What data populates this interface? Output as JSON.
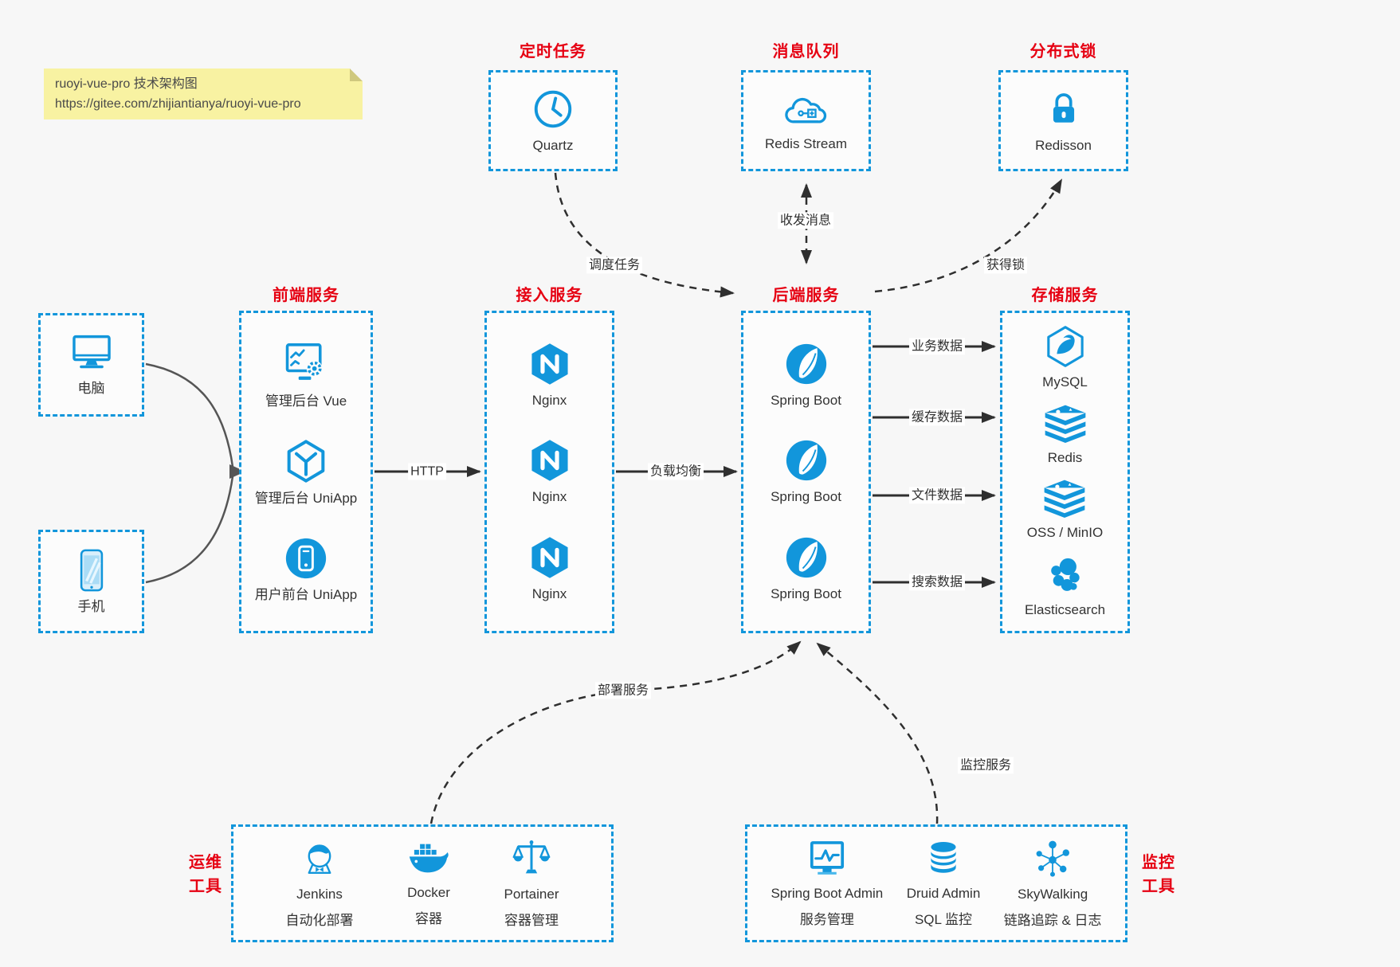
{
  "colors": {
    "accent": "#1296db",
    "title_red": "#e60012",
    "arrow_dark": "#2f2f2f",
    "arrow_gray": "#555555",
    "note_bg": "#f8f2a2"
  },
  "note": {
    "line1": "ruoyi-vue-pro 技术架构图",
    "line2": "https://gitee.com/zhijiantianya/ruoyi-vue-pro"
  },
  "top_groups": {
    "scheduler": {
      "title": "定时任务",
      "item": {
        "icon": "clock-icon",
        "label": "Quartz"
      }
    },
    "mq": {
      "title": "消息队列",
      "item": {
        "icon": "cloud-stream-icon",
        "label": "Redis Stream"
      }
    },
    "lock": {
      "title": "分布式锁",
      "item": {
        "icon": "lock-icon",
        "label": "Redisson"
      }
    }
  },
  "clients": {
    "pc": {
      "icon": "desktop-icon",
      "label": "电脑"
    },
    "mobile": {
      "icon": "phone-icon",
      "label": "手机"
    }
  },
  "columns": {
    "frontend": {
      "title": "前端服务",
      "items": [
        {
          "icon": "admin-screen-gear-icon",
          "label": "管理后台 Vue"
        },
        {
          "icon": "uniapp-cube-icon",
          "label": "管理后台 UniApp"
        },
        {
          "icon": "user-app-icon",
          "label": "用户前台 UniApp"
        }
      ]
    },
    "gateway": {
      "title": "接入服务",
      "items": [
        {
          "icon": "nginx-icon",
          "label": "Nginx"
        },
        {
          "icon": "nginx-icon",
          "label": "Nginx"
        },
        {
          "icon": "nginx-icon",
          "label": "Nginx"
        }
      ]
    },
    "backend": {
      "title": "后端服务",
      "items": [
        {
          "icon": "spring-icon",
          "label": "Spring Boot"
        },
        {
          "icon": "spring-icon",
          "label": "Spring Boot"
        },
        {
          "icon": "spring-icon",
          "label": "Spring Boot"
        }
      ]
    },
    "storage": {
      "title": "存储服务",
      "items": [
        {
          "icon": "mysql-icon",
          "label": "MySQL"
        },
        {
          "icon": "redis-stack-icon",
          "label": "Redis"
        },
        {
          "icon": "storage-stack-icon",
          "label": "OSS / MinIO"
        },
        {
          "icon": "elasticsearch-icon",
          "label": "Elasticsearch"
        }
      ]
    }
  },
  "bottom_groups": {
    "ops": {
      "title_line1": "运维",
      "title_line2": "工具",
      "items": [
        {
          "icon": "jenkins-icon",
          "label": "Jenkins",
          "sublabel": "自动化部署"
        },
        {
          "icon": "docker-icon",
          "label": "Docker",
          "sublabel": "容器"
        },
        {
          "icon": "portainer-icon",
          "label": "Portainer",
          "sublabel": "容器管理"
        }
      ]
    },
    "monitoring": {
      "title_line1": "监控",
      "title_line2": "工具",
      "items": [
        {
          "icon": "spring-boot-admin-icon",
          "label": "Spring Boot Admin",
          "sublabel": "服务管理"
        },
        {
          "icon": "druid-icon",
          "label": "Druid Admin",
          "sublabel": "SQL 监控"
        },
        {
          "icon": "skywalking-icon",
          "label": "SkyWalking",
          "sublabel": "链路追踪 & 日志"
        }
      ]
    }
  },
  "edge_labels": {
    "http": "HTTP",
    "load_balance": "负载均衡",
    "schedule": "调度任务",
    "messages": "收发消息",
    "acquire_lock": "获得锁",
    "business_data": "业务数据",
    "cache_data": "缓存数据",
    "file_data": "文件数据",
    "search_data": "搜索数据",
    "deploy": "部署服务",
    "monitor": "监控服务"
  }
}
